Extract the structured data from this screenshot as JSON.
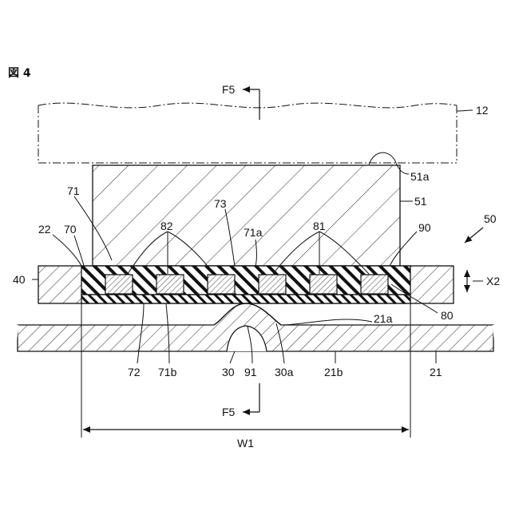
{
  "figure_label": "図 4",
  "labels": {
    "l12": "12",
    "l51a": "51a",
    "l51": "51",
    "l71": "71",
    "l82": "82",
    "l73": "73",
    "l71a": "71a",
    "l81": "81",
    "l90": "90",
    "l50": "50",
    "l22": "22",
    "l70": "70",
    "l40": "40",
    "lX2": "X2",
    "l80": "80",
    "l21a": "21a",
    "l72": "72",
    "l71b": "71b",
    "l30": "30",
    "l91": "91",
    "l30a": "30a",
    "l21b": "21b",
    "l21": "21",
    "lF5_top": "F5",
    "lF5_bottom": "F5",
    "lW1": "W1"
  }
}
